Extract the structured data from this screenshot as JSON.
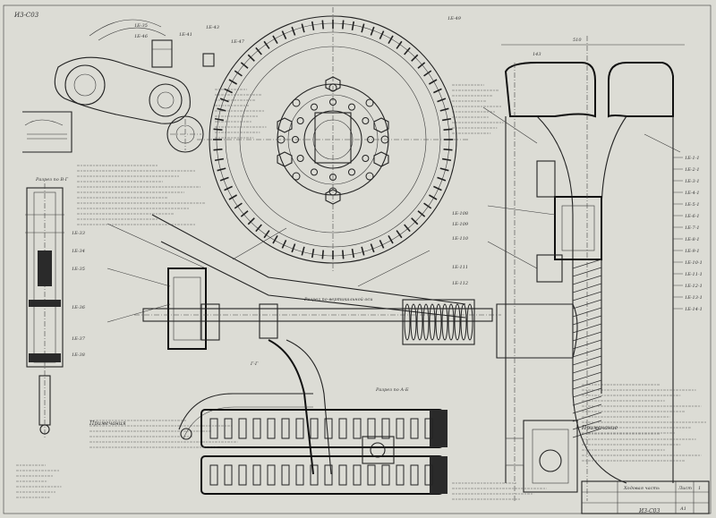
{
  "sheet": {
    "code_top_left": "И3-С03",
    "code_bottom_right": "И3-С03",
    "title_block": {
      "name": "Ходовая часть",
      "sheet_label": "Лист",
      "sheet_value": "1",
      "format": "А1"
    }
  },
  "views": {
    "center_caption": "Разрез по вертикальной оси",
    "middle_caption": "Разрез по А-Б",
    "left_caption": "Разрез по В-Г",
    "section_mark": "Г-Г"
  },
  "notes": {
    "left_heading": "Примечания",
    "right_heading": "Примечание"
  },
  "callouts": {
    "left_column": [
      "1Б-33",
      "1Б-34",
      "1Б-35",
      "1Б-36",
      "1Б-37",
      "1Б-38"
    ],
    "top": [
      "1Б-35",
      "1Б-46",
      "1Б-41",
      "1Б-43",
      "1Б-47",
      "1Б-49"
    ],
    "right_column": [
      "1Б-1-1",
      "1Б-2-1",
      "1Б-3-1",
      "1Б-4-1",
      "1Б-5-1",
      "1Б-6-1",
      "1Б-7-1",
      "1Б-8-1",
      "1Б-9-1",
      "1Б-10-1",
      "1Б-11-1",
      "1Б-12-1",
      "1Б-13-1",
      "1Б-14-1"
    ],
    "middle": [
      "1Б-108",
      "1Б-109",
      "1Б-110",
      "1Б-111",
      "1Б-112"
    ]
  },
  "dimensions": {
    "top_right": "510",
    "top_right_2": "143"
  }
}
